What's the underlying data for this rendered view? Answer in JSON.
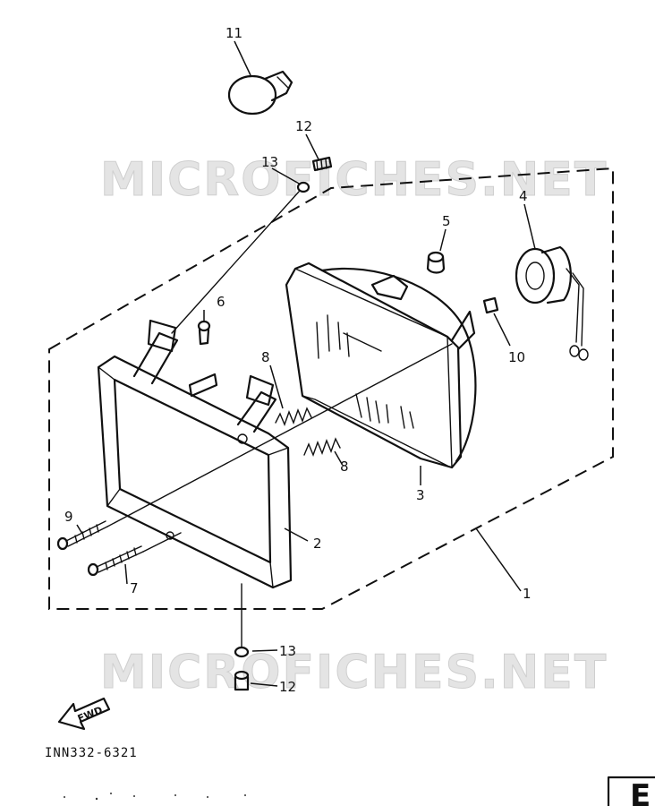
{
  "watermarks": [
    "MICROFICHES.NET",
    "MICROFICHES.NET"
  ],
  "callouts": {
    "p1": "1",
    "p2": "2",
    "p3": "3",
    "p4": "4",
    "p5": "5",
    "p6": "6",
    "p7": "7",
    "p8a": "8",
    "p8b": "8",
    "p9": "9",
    "p10": "10",
    "p11": "11",
    "p12a": "12",
    "p12b": "12",
    "p13a": "13",
    "p13b": "13"
  },
  "fwd_label": "FWD",
  "diagram_code": "INN332-6321",
  "page_letter": "E"
}
